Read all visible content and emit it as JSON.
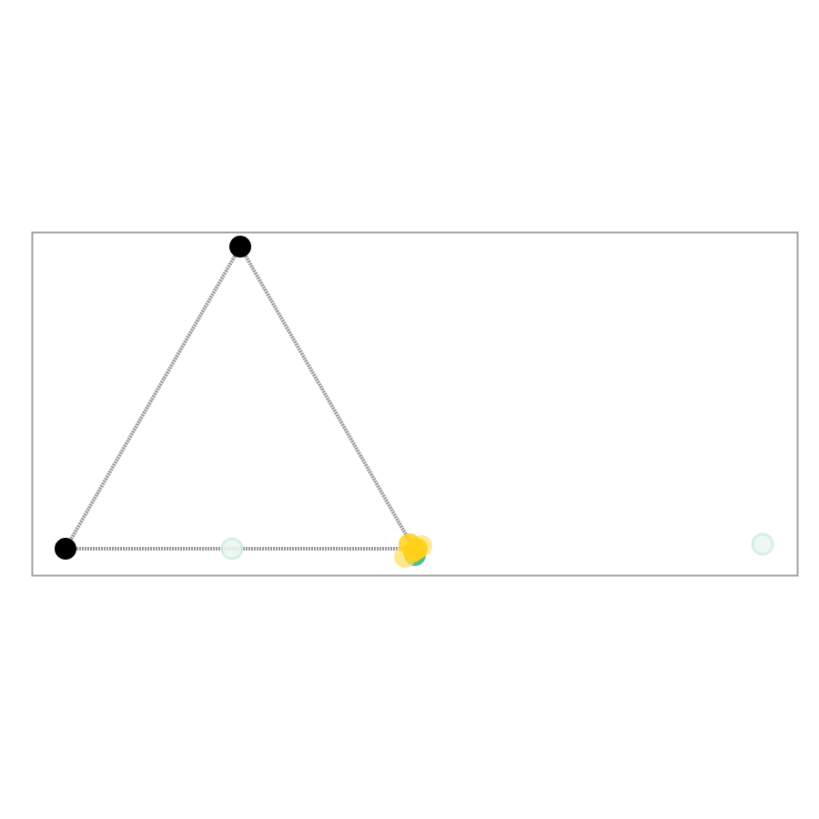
{
  "colors": {
    "background": "#ffffff",
    "frame": "#a0a0a0",
    "edge": "#999999",
    "vertex": "#000000",
    "ghost_fill": "#e6f5ef",
    "ghost_ring": "#c8ebdc",
    "cluster_yellow": "#ffd11a",
    "cluster_pale": "#ffe066",
    "cluster_green": "#3fb58a"
  },
  "diagram": {
    "shape": "triangle",
    "vertices": [
      "apex",
      "bottom-left",
      "bottom-right"
    ],
    "edges": [
      [
        "apex",
        "bottom-left"
      ],
      [
        "apex",
        "bottom-right"
      ],
      [
        "bottom-left",
        "bottom-right"
      ]
    ],
    "edge_style": "dotted-gray",
    "ghost_markers": 2,
    "cluster_at": "bottom-right"
  }
}
